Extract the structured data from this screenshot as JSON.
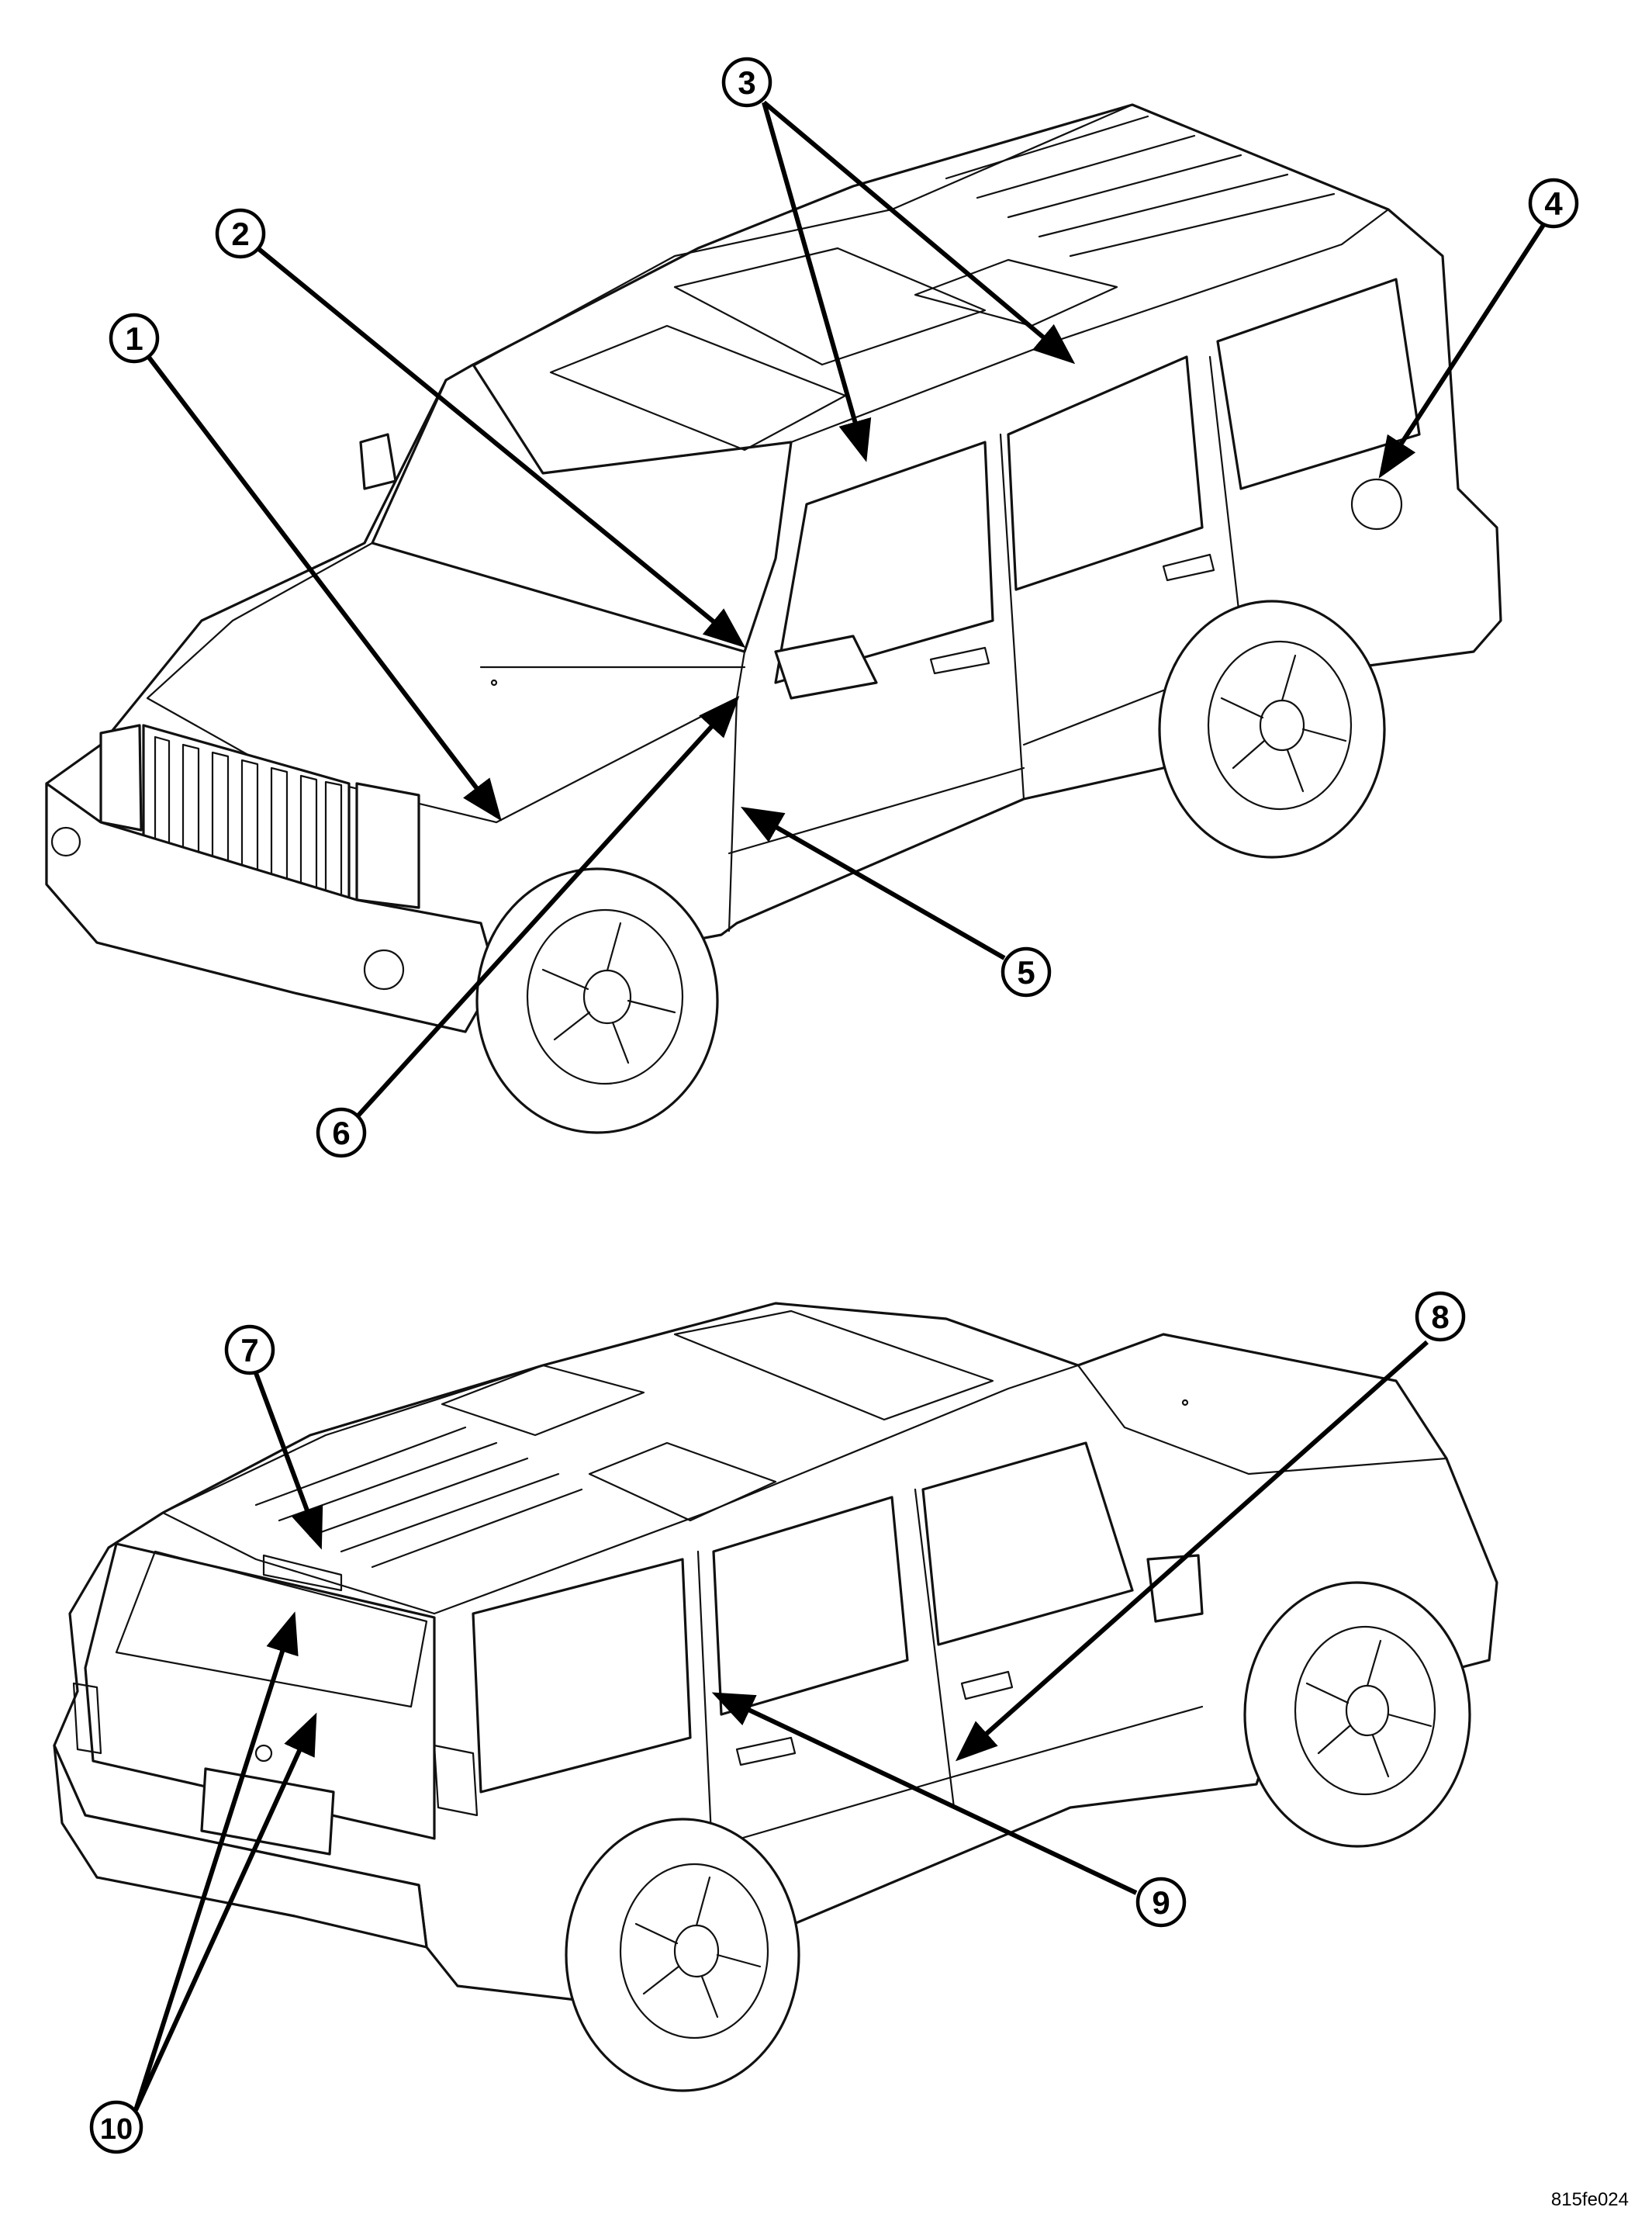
{
  "callouts": [
    {
      "id": "1",
      "label": "1"
    },
    {
      "id": "2",
      "label": "2"
    },
    {
      "id": "3",
      "label": "3"
    },
    {
      "id": "4",
      "label": "4"
    },
    {
      "id": "5",
      "label": "5"
    },
    {
      "id": "6",
      "label": "6"
    },
    {
      "id": "7",
      "label": "7"
    },
    {
      "id": "8",
      "label": "8"
    },
    {
      "id": "9",
      "label": "9"
    },
    {
      "id": "10",
      "label": "10"
    }
  ],
  "figure_code": "815fe024",
  "colors": {
    "ink": "#111111",
    "background": "#ffffff"
  }
}
